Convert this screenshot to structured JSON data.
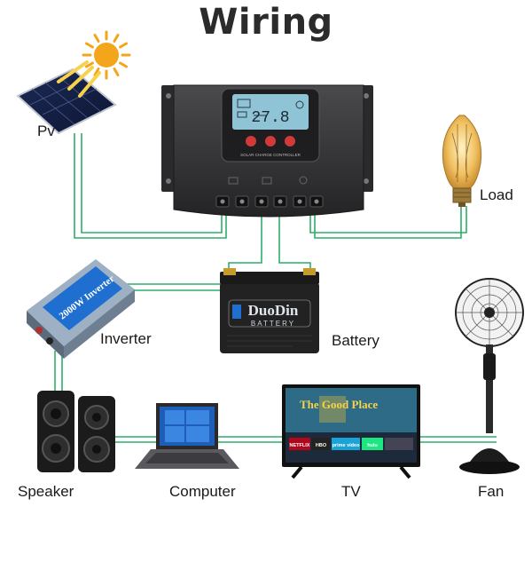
{
  "title": "Wiring",
  "labels": {
    "pv": "Pv",
    "load": "Load",
    "inverter": "Inverter",
    "battery": "Battery",
    "speaker": "Speaker",
    "computer": "Computer",
    "tv": "TV",
    "fan": "Fan"
  },
  "controller": {
    "display_value": "27.8",
    "panel_text": "SOLAR CHARGE CONTROLLER"
  },
  "battery": {
    "brand": "DuoDin",
    "type": "BATTERY"
  },
  "inverter": {
    "rating_text": "2000W Inverter"
  },
  "tv": {
    "screen_title": "The Good Place",
    "apps": [
      "NETFLIX",
      "HBO",
      "prime video",
      "hulu"
    ]
  },
  "colors": {
    "wire": "#2fae6a",
    "title": "#2b2b2b",
    "controller_body": "#3a3a3c",
    "controller_screen": "#8fc3d6",
    "controller_button": "#d23a3a",
    "inverter_body": "#9db0c4",
    "inverter_stripe": "#1f6fd1",
    "battery_body": "#222222",
    "battery_terminal": "#c79a2e",
    "sun": "#f3a51b"
  },
  "icons": [
    "sun-icon",
    "solar-panel-icon",
    "charge-controller-icon",
    "bulb-icon",
    "inverter-icon",
    "battery-icon",
    "speaker-icon",
    "laptop-icon",
    "tv-icon",
    "fan-icon"
  ]
}
